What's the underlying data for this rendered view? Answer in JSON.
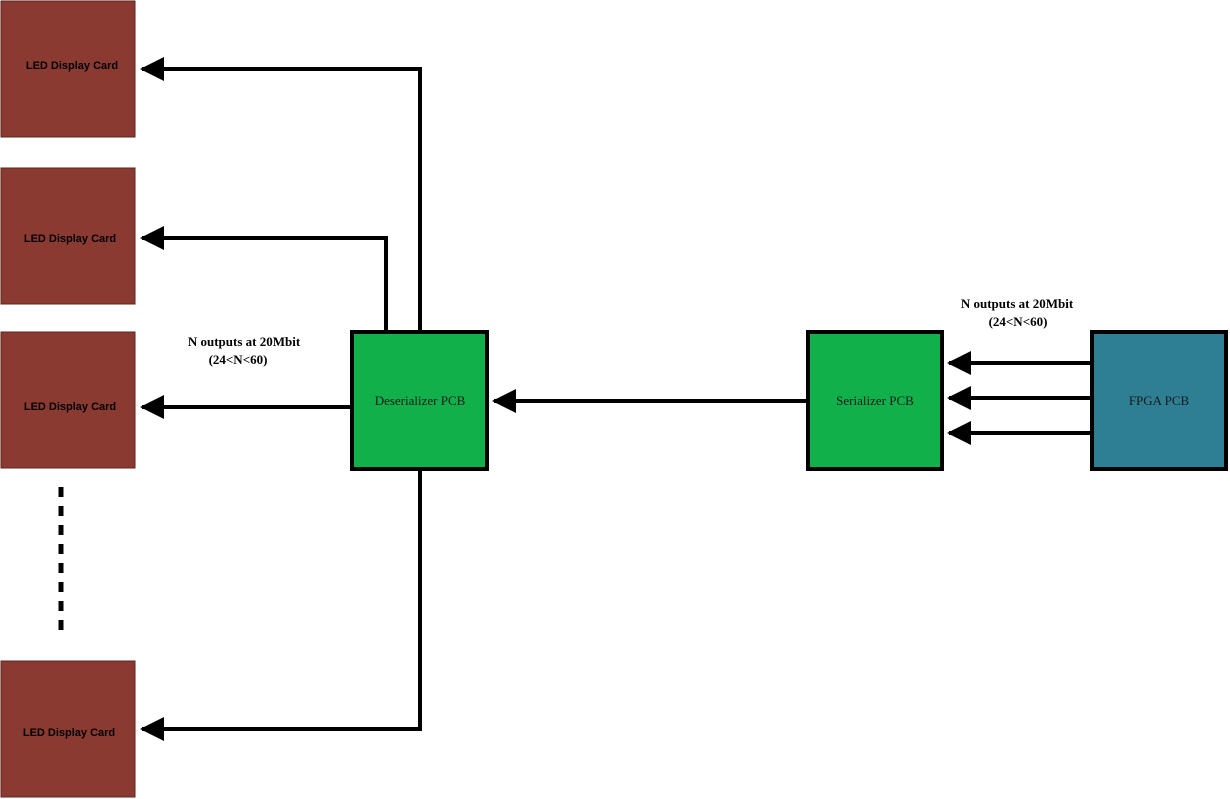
{
  "diagram": {
    "colors": {
      "led_card": "#8b3a32",
      "led_card_border": "#5a2520",
      "pcb_green": "#12b04a",
      "fpga_teal": "#2e7f93",
      "wire": "#000000"
    },
    "led_cards": [
      {
        "label": "LED Display Card"
      },
      {
        "label": "LED Display Card"
      },
      {
        "label": "LED Display Card"
      },
      {
        "label": "LED Display Card"
      }
    ],
    "deserializer": {
      "label": "Deserializer PCB"
    },
    "serializer": {
      "label": "Serializer PCB"
    },
    "fpga": {
      "label": "FPGA PCB"
    },
    "left_note": {
      "line1": "N outputs at 20Mbit",
      "line2": "(24<N<60)"
    },
    "right_note": {
      "line1": "N outputs at 20Mbit",
      "line2": "(24<N<60)"
    }
  }
}
